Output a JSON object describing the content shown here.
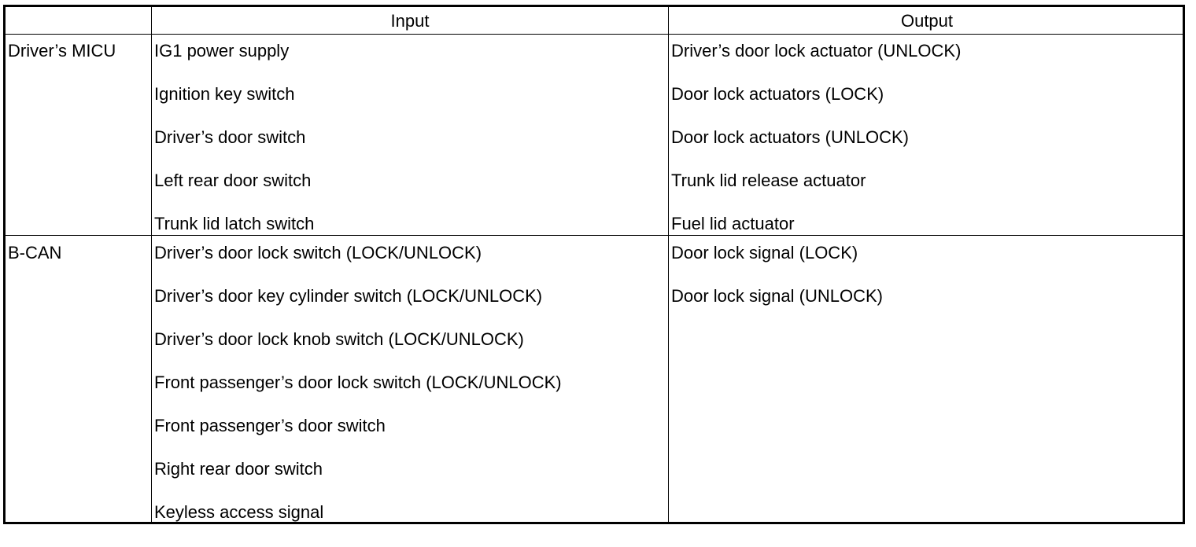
{
  "header": {
    "col0": "",
    "input": "Input",
    "output": "Output"
  },
  "rows": [
    {
      "source": "Driver’s MICU",
      "inputs": [
        "IG1 power supply",
        "Ignition key switch",
        "Driver’s door switch",
        "Left rear door switch",
        "Trunk lid latch switch"
      ],
      "outputs": [
        "Driver’s door lock actuator (UNLOCK)",
        "Door lock actuators (LOCK)",
        "Door lock actuators (UNLOCK)",
        "Trunk lid release actuator",
        "Fuel lid actuator"
      ]
    },
    {
      "source": "B-CAN",
      "inputs": [
        "Driver’s door lock switch (LOCK/UNLOCK)",
        "Driver’s door key cylinder switch (LOCK/UNLOCK)",
        "Driver’s door lock knob switch (LOCK/UNLOCK)",
        "Front passenger’s door lock switch (LOCK/UNLOCK)",
        "Front passenger’s door switch",
        "Right rear door switch",
        "Keyless access signal"
      ],
      "outputs": [
        "Door lock signal (LOCK)",
        "Door lock signal (UNLOCK)"
      ]
    }
  ]
}
